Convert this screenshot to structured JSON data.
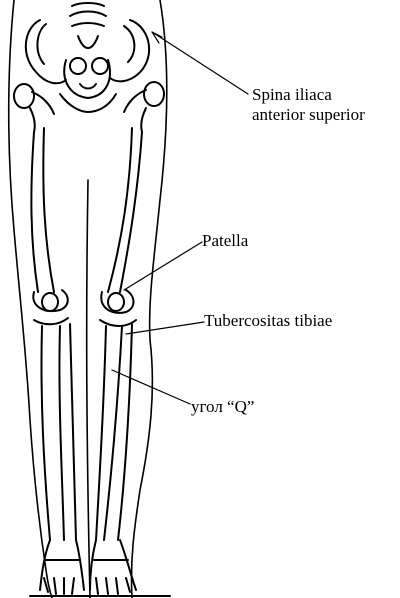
{
  "labels": {
    "asis_line1": "Spina iliaca",
    "asis_line2": "anterior superior",
    "patella": "Patella",
    "tuberositas": "Tubercositas tibiae",
    "q_angle": "угол “Q”"
  },
  "colors": {
    "ink": "#000000",
    "paper": "#ffffff"
  }
}
